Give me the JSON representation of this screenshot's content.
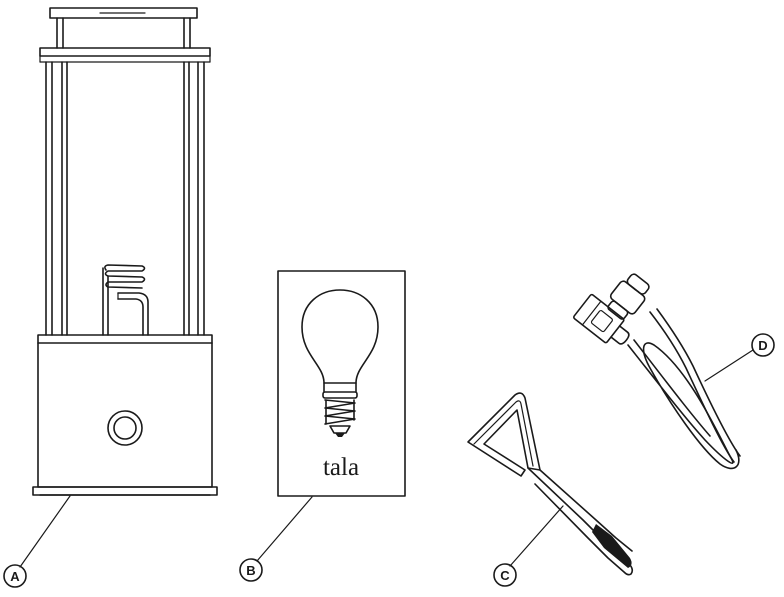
{
  "callouts": {
    "a": "A",
    "b": "B",
    "c": "C",
    "d": "D"
  },
  "box": {
    "brand": "tala"
  },
  "icons": {
    "lamp": "lamp-icon",
    "bulb": "light-bulb-icon",
    "tool": "hex-key-tool-icon",
    "cable": "usb-cable-icon"
  },
  "colors": {
    "ink": "#1a1a1a",
    "background": "#ffffff"
  }
}
